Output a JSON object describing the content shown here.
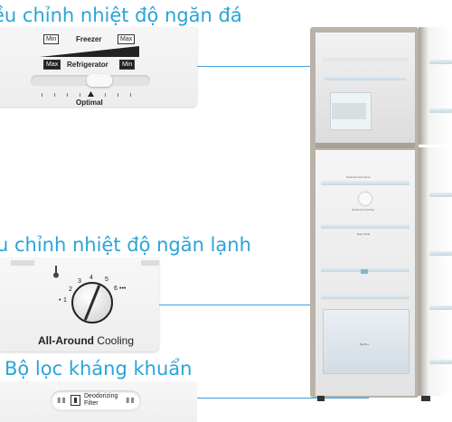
{
  "headings": {
    "freezer": "ều chỉnh nhiệt độ ngăn đá",
    "fridge": "u chỉnh nhiệt độ ngăn lạnh",
    "filter": "Bộ lọc kháng khuẩn"
  },
  "freezer_control": {
    "freezer_label": "Freezer",
    "refrigerator_label": "Refrigerator",
    "min_top": "Min",
    "max_top": "Max",
    "max_bottom": "Max",
    "min_bottom": "Min",
    "optimal_label": "Optimal",
    "slider_level": "optimal"
  },
  "fridge_dial": {
    "numbers": [
      "1",
      "2",
      "3",
      "4",
      "5",
      "6"
    ],
    "star1": "•",
    "star6": "•••",
    "caption_bold": "All-Around",
    "caption_regular": " Cooling"
  },
  "filter_badge": {
    "line1": "Deodorizing",
    "line2": "Filter"
  },
  "fridge_labels": {
    "fresh_zone": "Optimal Fresh Zone",
    "multi_flow": "All-Around Cooling",
    "egg": "Easy Slide",
    "veg": "Big Box"
  },
  "colors": {
    "heading": "#2aa4d8",
    "connector": "#3d9fe0",
    "fridge_body": "#b7b0a6"
  },
  "icons": [
    "thermometer-icon",
    "filter-icon"
  ]
}
